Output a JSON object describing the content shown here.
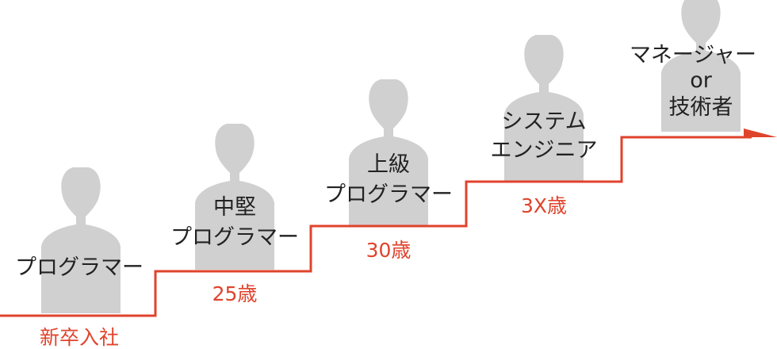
{
  "stages": [
    {
      "role_lines": [
        "プログラマー"
      ],
      "age_label": "新卒入社"
    },
    {
      "role_lines": [
        "中堅",
        "プログラマー"
      ],
      "age_label": "25歳"
    },
    {
      "role_lines": [
        "上級",
        "プログラマー"
      ],
      "age_label": "30歳"
    },
    {
      "role_lines": [
        "システム",
        "エンジニア"
      ],
      "age_label": "3X歳"
    },
    {
      "role_lines": [
        "マネージャー",
        "or",
        "技術者"
      ],
      "age_label": ""
    }
  ],
  "colors": {
    "accent": "#e0432c",
    "silhouette": "#d0d0d0",
    "text": "#222222"
  },
  "icons": [
    "person-silhouette-icon",
    "arrow-right-icon"
  ]
}
